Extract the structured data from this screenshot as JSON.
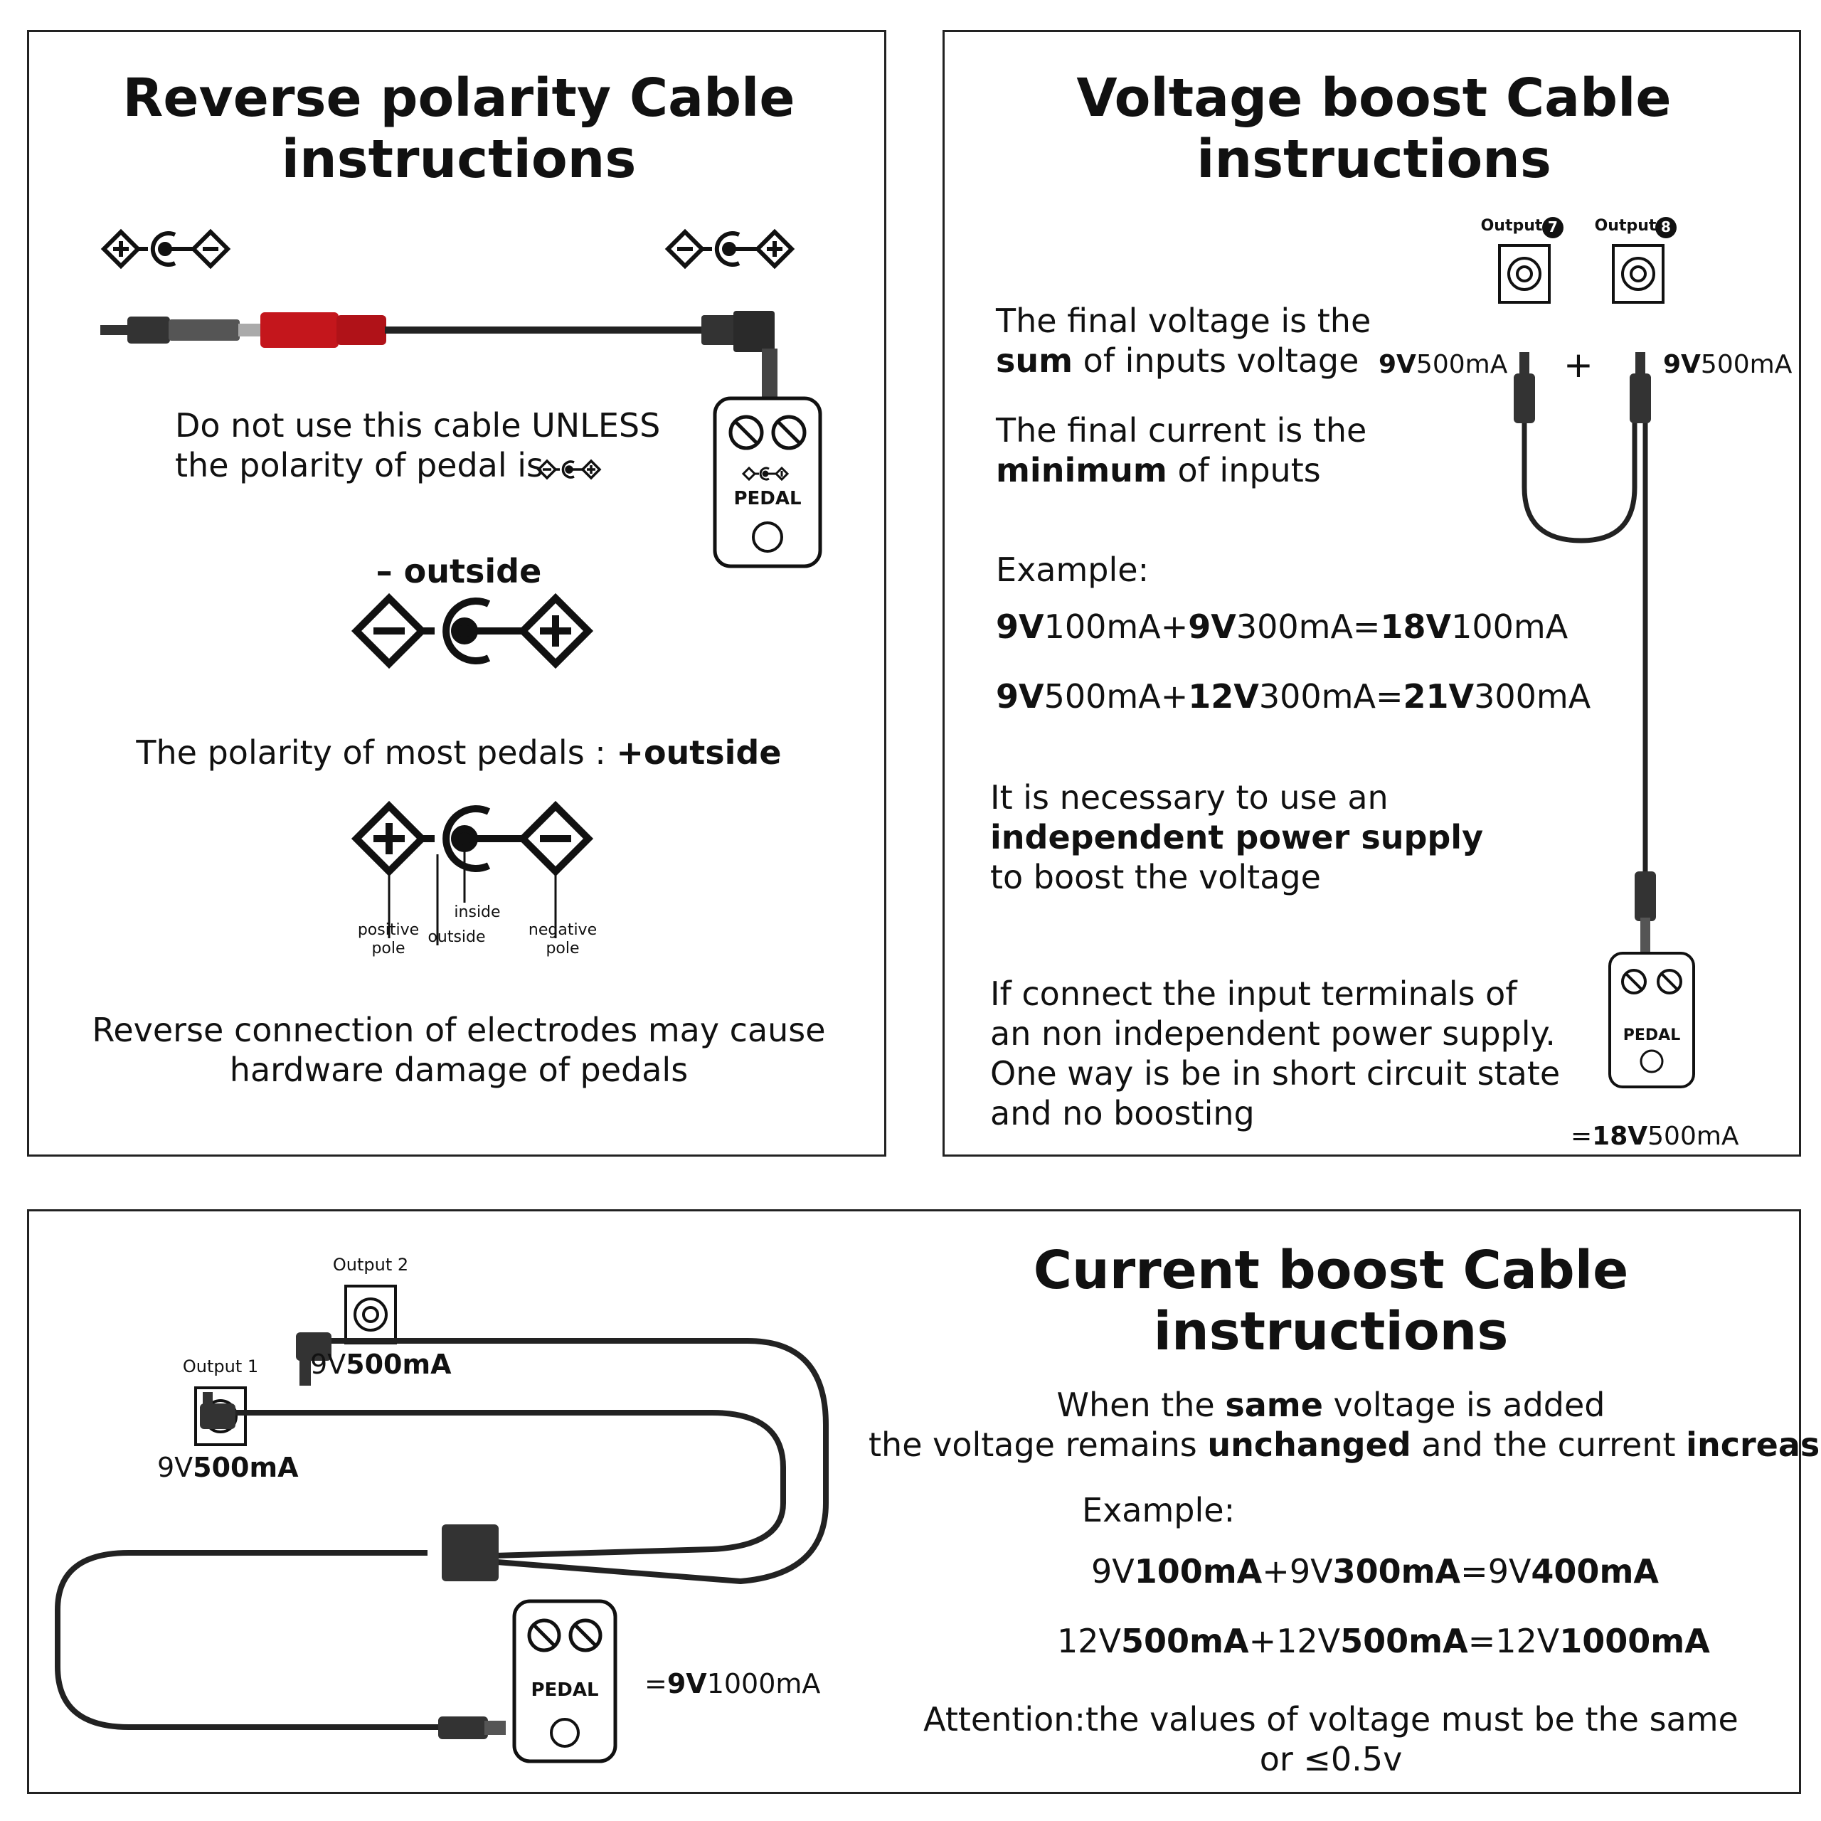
{
  "panel_reverse": {
    "title_line1": "Reverse polarity Cable",
    "title_line2": "instructions",
    "warn_line1": "Do not use this cable UNLESS",
    "warn_line2": "the polarity of pedal is",
    "minus_outside": "– outside",
    "most_pedals_prefix": "The polarity of most pedals :",
    "most_pedals_value": "+outside",
    "label_positive_1": "positive",
    "label_positive_2": "pole",
    "label_inside": "inside",
    "label_outside": "outside",
    "label_negative_1": "negative",
    "label_negative_2": "pole",
    "pedal_label": "PEDAL",
    "footer_line1": "Reverse connection of electrodes may cause",
    "footer_line2": "hardware damage of pedals"
  },
  "panel_voltage": {
    "title_line1": "Voltage boost Cable",
    "title_line2": "instructions",
    "output7_label": "Output",
    "output7_num": "7",
    "output8_label": "Output",
    "output8_num": "8",
    "left_rating_v": "9V",
    "left_rating_a": "500mA",
    "plus": "+",
    "right_rating_v": "9V",
    "right_rating_a": "500mA",
    "sum_line1": "The final voltage is the",
    "sum_bold": "sum",
    "sum_rest": " of inputs voltage",
    "min_line1": "The final current is the",
    "min_bold": "minimum",
    "min_rest": " of inputs",
    "example_label": "Example:",
    "ex1": {
      "a_v": "9V",
      "a_a": "100mA",
      "op": "+",
      "b_v": "9V",
      "b_a": "300mA",
      "eq": "=",
      "r_v": "18V",
      "r_a": "100mA"
    },
    "ex2": {
      "a_v": "9V",
      "a_a": "500mA",
      "op": "+",
      "b_v": "12V",
      "b_a": "300mA",
      "eq": "=",
      "r_v": "21V",
      "r_a": "300mA"
    },
    "ind_line1": "It is necessary to use an",
    "ind_line2": "independent power supply",
    "ind_line3": "to boost the voltage",
    "warn_line1": "If connect the input terminals of",
    "warn_line2": "an non independent power supply.",
    "warn_line3": "One way is be in short circuit state",
    "warn_line4": "and no boosting",
    "pedal_label": "PEDAL",
    "result_eq": "=",
    "result_v": "18V",
    "result_a": "500mA"
  },
  "panel_current": {
    "title_line1": "Current boost Cable",
    "title_line2": "instructions",
    "output2_label": "Output 2",
    "output2_v": "9V",
    "output2_a": "500mA",
    "output1_label": "Output 1",
    "output1_v": "9V",
    "output1_a": "500mA",
    "pedal_label": "PEDAL",
    "result_eq": "=",
    "result_v": "9V",
    "result_a": "1000mA",
    "desc_l1_a": "When the ",
    "desc_l1_b": "same",
    "desc_l1_c": " voltage is added",
    "desc_l2_a": "the voltage remains ",
    "desc_l2_b": "unchanged",
    "desc_l2_c": " and the current ",
    "desc_l2_d": "increases",
    "example_label": "Example:",
    "ex1": {
      "a_v": "9V",
      "a_a": "100mA",
      "op": "+",
      "b_v": "9V",
      "b_a": "300mA",
      "eq": "=",
      "r_v": "9V",
      "r_a": "400mA"
    },
    "ex2": {
      "a_v": "12V",
      "a_a": "500mA",
      "op": "+",
      "b_v": "12V",
      "b_a": "500mA",
      "eq": "=",
      "r_v": "12V",
      "r_a": "1000mA"
    },
    "attn_line1": "Attention:the values of voltage must be the same",
    "attn_line2": "or ≤0.5v"
  },
  "colors": {
    "border": "#222222",
    "ink": "#111111",
    "red_plug": "#c4161c"
  }
}
